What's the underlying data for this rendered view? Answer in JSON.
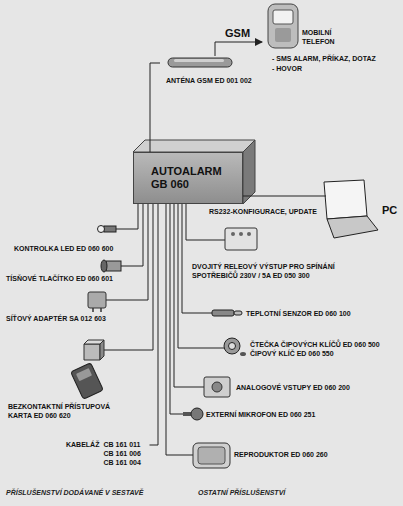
{
  "diagram": {
    "nodes": [
      {
        "text": [
          "AUTOALARM GB 060"
        ]
      },
      {
        "text": [
          "ANTÉNA GSM ED 001 002"
        ]
      },
      {
        "text": [
          "MOBILNÍ TELEFON",
          "- SMS ALARM, PŘÍKAZ, DOTAZ",
          "- HOVOR"
        ]
      },
      {
        "text": [
          "PC"
        ]
      },
      {
        "text": [
          "KONTROLKA LED ED 060 600"
        ]
      },
      {
        "text": [
          "TÍSŇOVÉ TLAČÍTKO ED 060 601"
        ]
      },
      {
        "text": [
          "SÍŤOVÝ ADAPTÉR SA 012 603"
        ]
      },
      {
        "text": [
          "BEZKONTAKTNÍ PŘÍSTUPOVÁ KARTA ED 060 620"
        ]
      },
      {
        "text": [
          "KABELÁŽ",
          "CB 161 011 CB 161 006 CB 161 004"
        ]
      },
      {
        "text": [
          "DVOJITÝ RELEOVÝ VÝSTUP PRO SPÍNÁNÍ SPOTŘEBIČŮ 230V / 5A ED 050 300"
        ]
      },
      {
        "text": [
          "TEPLOTNÍ SENZOR ED 060 100"
        ]
      },
      {
        "text": [
          "ČTEČKA ČIPOVÝCH KLÍČŮ ED 060 500",
          "ČIPOVÝ KLÍČ ED 060 550"
        ]
      },
      {
        "text": [
          "ANALOGOVÉ VSTUPY ED 060 200"
        ]
      },
      {
        "text": [
          "EXTERNÍ MIKROFON ED 060 251"
        ]
      },
      {
        "text": [
          "REPRODUKTOR ED 060 260"
        ]
      }
    ],
    "edges": [
      {
        "from": 0,
        "to": 1,
        "arrow": "none"
      },
      {
        "from": 1,
        "to": 2,
        "label": "GSM",
        "arrow": "to"
      },
      {
        "from": 0,
        "to": 3,
        "label": "RS232-KONFIGURACE, UPDATE",
        "arrow": "none"
      },
      {
        "from": 0,
        "to": 4,
        "arrow": "none"
      },
      {
        "from": 0,
        "to": 5,
        "arrow": "none"
      },
      {
        "from": 0,
        "to": 6,
        "arrow": "none"
      },
      {
        "from": 0,
        "to": 7,
        "arrow": "none"
      },
      {
        "from": 0,
        "to": 8,
        "arrow": "none"
      },
      {
        "from": 0,
        "to": 9,
        "arrow": "none"
      },
      {
        "from": 0,
        "to": 10,
        "arrow": "none"
      },
      {
        "from": 0,
        "to": 11,
        "arrow": "none"
      },
      {
        "from": 0,
        "to": 12,
        "arrow": "none"
      },
      {
        "from": 0,
        "to": 13,
        "arrow": "none"
      },
      {
        "from": 0,
        "to": 14,
        "arrow": "none"
      }
    ],
    "labels": [
      "PŘÍSLUŠENSTVÍ DODÁVANÉ V SESTAVĚ",
      "OSTATNÍ PŘÍSLUŠENSTVÍ"
    ]
  }
}
